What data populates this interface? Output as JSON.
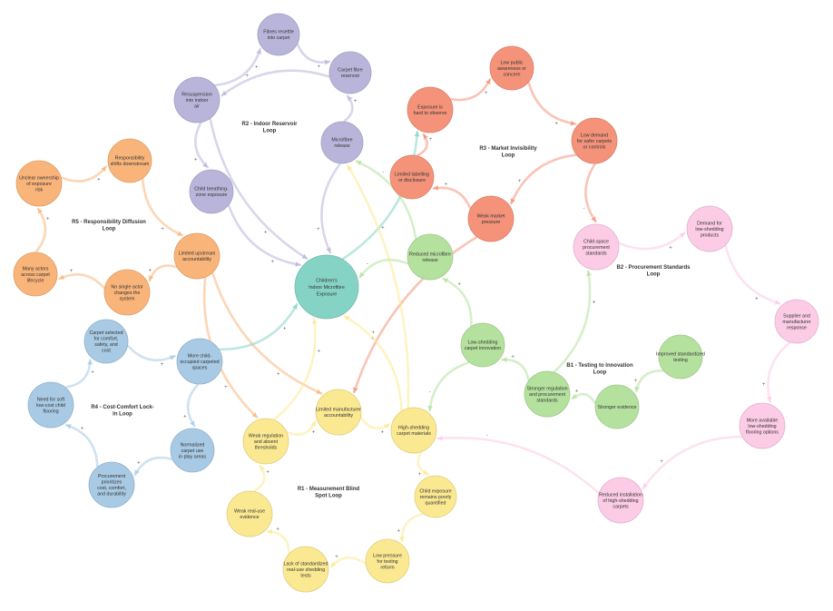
{
  "palette": {
    "purple": "#b9b5da",
    "orange_red": "#f4937a",
    "orange": "#f9b47a",
    "blue": "#a8cae4",
    "yellow": "#fbe992",
    "green": "#b5e19e",
    "pink": "#fccbe6",
    "teal": "#85d3c5"
  },
  "nodes": [
    {
      "id": "fibres_resettle",
      "text": "Fibres resettle\ninto carpet",
      "color": "purple"
    },
    {
      "id": "carpet_reservoir",
      "text": "Carpet fibre\nreservoir",
      "color": "purple"
    },
    {
      "id": "resuspension",
      "text": "Resuspension\ninto indoor\nair",
      "color": "purple"
    },
    {
      "id": "microfibre_release",
      "text": "Microfibre\nrelease",
      "color": "purple"
    },
    {
      "id": "breathing_zone",
      "text": "Child breathing-\nzone exposure",
      "color": "purple"
    },
    {
      "id": "low_awareness",
      "text": "Low public\nawareness or\nconcern",
      "color": "orange_red"
    },
    {
      "id": "hard_to_observe",
      "text": "Exposure is\nhard to observe",
      "color": "orange_red"
    },
    {
      "id": "low_demand",
      "text": "Low demand\nfor safer carpets\nor controls",
      "color": "orange_red"
    },
    {
      "id": "limited_labelling",
      "text": "Limited labelling\nor disclosure",
      "color": "orange_red"
    },
    {
      "id": "weak_pressure",
      "text": "Weak market\npressure",
      "color": "orange_red"
    },
    {
      "id": "responsibility_shifts",
      "text": "Responsibility\nshifts downstream",
      "color": "orange"
    },
    {
      "id": "unclear_ownership",
      "text": "Unclear ownership\nof exposure\nrisk",
      "color": "orange"
    },
    {
      "id": "limited_upstream",
      "text": "Limited upstream\naccountability",
      "color": "orange"
    },
    {
      "id": "many_actors",
      "text": "Many actors\nacross carpet\nlifecycle",
      "color": "orange"
    },
    {
      "id": "no_single_actor",
      "text": "No single actor\nchanges the\nsystem",
      "color": "orange"
    },
    {
      "id": "carpet_selected",
      "text": "Carpet selected\nfor comfort,\nsafety, and\ncost",
      "color": "blue"
    },
    {
      "id": "more_spaces",
      "text": "More child-\noccupied carpeted\nspaces",
      "color": "blue"
    },
    {
      "id": "need_soft",
      "text": "Need for soft\nlow-cost child\nflooring",
      "color": "blue"
    },
    {
      "id": "normalized_use",
      "text": "Normalized\ncarpet use\nin play areas",
      "color": "blue"
    },
    {
      "id": "procurement_prioritizes",
      "text": "Procurement\nprioritizes\ncost, comfort,\nand durability",
      "color": "blue"
    },
    {
      "id": "limited_manufacturer",
      "text": "Limited manufacturer\naccountability",
      "color": "yellow"
    },
    {
      "id": "high_shedding",
      "text": "High-shedding\ncarpet materials",
      "color": "yellow"
    },
    {
      "id": "weak_regulation",
      "text": "Weak regulation\nand absent\nthresholds",
      "color": "yellow"
    },
    {
      "id": "child_exposure_unquantified",
      "text": "Child exposure\nremains poorly\nquantified",
      "color": "yellow"
    },
    {
      "id": "weak_evidence",
      "text": "Weak real-use\nevidence",
      "color": "yellow"
    },
    {
      "id": "low_pressure_testing",
      "text": "Low pressure\nfor testing\nreform",
      "color": "yellow"
    },
    {
      "id": "lack_testing",
      "text": "Lack of standardized\nreal-use shedding\ntests",
      "color": "yellow"
    },
    {
      "id": "reduced_release",
      "text": "Reduced microfibre\nrelease",
      "color": "green"
    },
    {
      "id": "low_shedding_innovation",
      "text": "Low-shedding\ncarpet innovation",
      "color": "green"
    },
    {
      "id": "improved_testing",
      "text": "Improved standardized\ntesting",
      "color": "green"
    },
    {
      "id": "stronger_regulation",
      "text": "Stronger regulation\nand procurement\nstandards",
      "color": "green"
    },
    {
      "id": "stronger_evidence",
      "text": "Stronger evidence",
      "color": "green"
    },
    {
      "id": "child_space_standards",
      "text": "Child-space\nprocurement\nstandards",
      "color": "pink"
    },
    {
      "id": "demand_low_shedding",
      "text": "Demand for\nlow-shedding\nproducts",
      "color": "pink"
    },
    {
      "id": "supplier_response",
      "text": "Supplier and\nmanufacturer\nresponse",
      "color": "pink"
    },
    {
      "id": "more_options",
      "text": "More available\nlow-shedding\nflooring options",
      "color": "pink"
    },
    {
      "id": "reduced_installation",
      "text": "Reduced installation\nof high-shedding\ncarpets",
      "color": "pink"
    },
    {
      "id": "central",
      "text": "Children's\nIndoor Microfibre\nExposure",
      "color": "teal"
    }
  ],
  "loops": [
    {
      "id": "r2",
      "text": "R2 - Indoor Reservoir\nLoop"
    },
    {
      "id": "r3",
      "text": "R3 - Market Invisibility\nLoop"
    },
    {
      "id": "r5",
      "text": "R5 - Responsibility Diffusion\nLoop"
    },
    {
      "id": "b2",
      "text": "B2 - Procurement Standards\nLoop"
    },
    {
      "id": "b1",
      "text": "B1 - Testing to Innovation\nLoop"
    },
    {
      "id": "r4",
      "text": "R4 - Cost-Comfort Lock-\nIn Loop"
    },
    {
      "id": "r1",
      "text": "R1 - Measurement Blind\nSpot Loop"
    }
  ],
  "edges": [
    {
      "from": "resuspension",
      "to": "fibres_resettle",
      "sign": "+",
      "color": "purple"
    },
    {
      "from": "fibres_resettle",
      "to": "carpet_reservoir",
      "sign": "+",
      "color": "purple"
    },
    {
      "from": "carpet_reservoir",
      "to": "resuspension",
      "sign": "+",
      "color": "purple"
    },
    {
      "from": "resuspension",
      "to": "breathing_zone",
      "sign": "+",
      "color": "purple"
    },
    {
      "from": "microfibre_release",
      "to": "carpet_reservoir",
      "sign": "+",
      "color": "purple"
    },
    {
      "from": "resuspension",
      "to": "central",
      "sign": "+",
      "color": "purple"
    },
    {
      "from": "breathing_zone",
      "to": "central",
      "sign": "+",
      "color": "purple"
    },
    {
      "from": "microfibre_release",
      "to": "central",
      "sign": "+",
      "color": "purple"
    },
    {
      "from": "hard_to_observe",
      "to": "low_awareness",
      "sign": "+",
      "color": "orange_red"
    },
    {
      "from": "low_awareness",
      "to": "low_demand",
      "sign": "+",
      "color": "orange_red"
    },
    {
      "from": "low_demand",
      "to": "weak_pressure",
      "sign": "+",
      "color": "orange_red"
    },
    {
      "from": "weak_pressure",
      "to": "limited_labelling",
      "sign": "+",
      "color": "orange_red"
    },
    {
      "from": "limited_labelling",
      "to": "hard_to_observe",
      "sign": "+",
      "color": "orange_red"
    },
    {
      "from": "central",
      "to": "hard_to_observe",
      "sign": "+",
      "color": "teal"
    },
    {
      "from": "low_demand",
      "to": "child_space_standards",
      "sign": "-",
      "color": "orange_red"
    },
    {
      "from": "weak_pressure",
      "to": "limited_manufacturer",
      "sign": "+",
      "color": "orange_red"
    },
    {
      "from": "unclear_ownership",
      "to": "responsibility_shifts",
      "sign": "+",
      "color": "orange"
    },
    {
      "from": "responsibility_shifts",
      "to": "limited_upstream",
      "sign": "+",
      "color": "orange"
    },
    {
      "from": "limited_upstream",
      "to": "no_single_actor",
      "sign": "+",
      "color": "orange"
    },
    {
      "from": "no_single_actor",
      "to": "many_actors",
      "sign": "+",
      "color": "orange"
    },
    {
      "from": "many_actors",
      "to": "unclear_ownership",
      "sign": "+",
      "color": "orange"
    },
    {
      "from": "limited_upstream",
      "to": "limited_manufacturer",
      "sign": "+",
      "color": "orange"
    },
    {
      "from": "limited_upstream",
      "to": "weak_regulation",
      "sign": "+",
      "color": "orange"
    },
    {
      "from": "carpet_selected",
      "to": "more_spaces",
      "sign": "+",
      "color": "blue"
    },
    {
      "from": "more_spaces",
      "to": "normalized_use",
      "sign": "+",
      "color": "blue"
    },
    {
      "from": "normalized_use",
      "to": "procurement_prioritizes",
      "sign": "+",
      "color": "blue"
    },
    {
      "from": "procurement_prioritizes",
      "to": "need_soft",
      "sign": "+",
      "color": "blue"
    },
    {
      "from": "need_soft",
      "to": "carpet_selected",
      "sign": "+",
      "color": "blue"
    },
    {
      "from": "more_spaces",
      "to": "central",
      "sign": "+",
      "color": "teal"
    },
    {
      "from": "limited_manufacturer",
      "to": "high_shedding",
      "sign": "+",
      "color": "yellow"
    },
    {
      "from": "high_shedding",
      "to": "child_exposure_unquantified",
      "sign": "+",
      "color": "yellow"
    },
    {
      "from": "child_exposure_unquantified",
      "to": "low_pressure_testing",
      "sign": "+",
      "color": "yellow"
    },
    {
      "from": "low_pressure_testing",
      "to": "lack_testing",
      "sign": "+",
      "color": "yellow"
    },
    {
      "from": "lack_testing",
      "to": "weak_evidence",
      "sign": "+",
      "color": "yellow"
    },
    {
      "from": "weak_evidence",
      "to": "weak_regulation",
      "sign": "+",
      "color": "yellow"
    },
    {
      "from": "weak_regulation",
      "to": "limited_manufacturer",
      "sign": "+",
      "color": "yellow"
    },
    {
      "from": "high_shedding",
      "to": "central",
      "sign": "+",
      "color": "yellow"
    },
    {
      "from": "high_shedding",
      "to": "microfibre_release",
      "sign": "+",
      "color": "yellow"
    },
    {
      "from": "weak_regulation",
      "to": "central",
      "sign": "+",
      "color": "yellow"
    },
    {
      "from": "reduced_release",
      "to": "central",
      "sign": "-",
      "color": "green"
    },
    {
      "from": "low_shedding_innovation",
      "to": "reduced_release",
      "sign": "+",
      "color": "green"
    },
    {
      "from": "low_shedding_innovation",
      "to": "high_shedding",
      "sign": "-",
      "color": "green"
    },
    {
      "from": "stronger_regulation",
      "to": "low_shedding_innovation",
      "sign": "+",
      "color": "green"
    },
    {
      "from": "stronger_evidence",
      "to": "stronger_regulation",
      "sign": "+",
      "color": "green"
    },
    {
      "from": "improved_testing",
      "to": "stronger_evidence",
      "sign": "+",
      "color": "green"
    },
    {
      "from": "stronger_regulation",
      "to": "child_space_standards",
      "sign": "+",
      "color": "green"
    },
    {
      "from": "reduced_release",
      "to": "microfibre_release",
      "sign": "-",
      "color": "green"
    },
    {
      "from": "child_space_standards",
      "to": "demand_low_shedding",
      "sign": "+",
      "color": "pink"
    },
    {
      "from": "demand_low_shedding",
      "to": "supplier_response",
      "sign": "+",
      "color": "pink"
    },
    {
      "from": "supplier_response",
      "to": "more_options",
      "sign": "+",
      "color": "pink"
    },
    {
      "from": "more_options",
      "to": "reduced_installation",
      "sign": "+",
      "color": "pink"
    },
    {
      "from": "reduced_installation",
      "to": "high_shedding",
      "sign": "-",
      "color": "pink"
    }
  ]
}
